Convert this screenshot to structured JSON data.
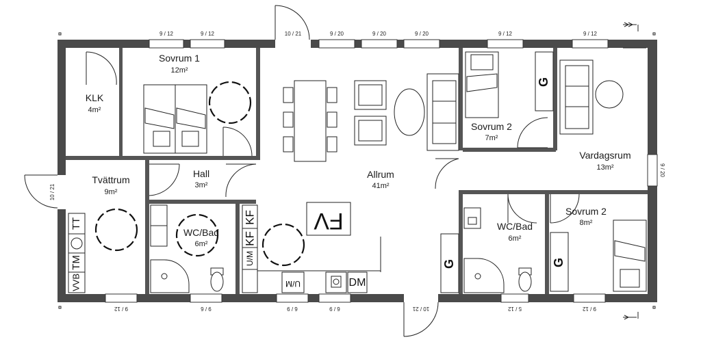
{
  "rooms": {
    "klk": {
      "name": "KLK",
      "area": "4m²"
    },
    "sovrum1": {
      "name": "Sovrum 1",
      "area": "12m²"
    },
    "tvattrum": {
      "name": "Tvättrum",
      "area": "9m²"
    },
    "hall": {
      "name": "Hall",
      "area": "3m²"
    },
    "wcbad_left": {
      "name": "WC/Bad",
      "area": "6m²"
    },
    "allrum": {
      "name": "Allrum",
      "area": "41m²"
    },
    "sovrum2_top": {
      "name": "Sovrum 2",
      "area": "7m²"
    },
    "vardagsrum": {
      "name": "Vardagsrum",
      "area": "13m²"
    },
    "wcbad_right": {
      "name": "WC/Bad",
      "area": "6m²"
    },
    "sovrum2_bottom": {
      "name": "Sovrum 2",
      "area": "8m²"
    }
  },
  "dimensions": {
    "top": [
      "9 / 12",
      "9 / 12",
      "10 / 21",
      "9 / 20",
      "9 / 20",
      "9 / 20",
      "9 / 12",
      "9 / 12"
    ],
    "bottom": [
      "9 / 12",
      "9 / 6",
      "6 / 9",
      "6 / 9",
      "10 / 21",
      "5 / 12",
      "9 / 12"
    ],
    "left": "10 / 21",
    "right": "9 / 20"
  },
  "symbols": {
    "fv": "FV",
    "kf": "KF",
    "um": "U/M",
    "dm": "DM",
    "tt": "TT",
    "tm": "TM",
    "vvb": "VVB",
    "g": "G"
  }
}
